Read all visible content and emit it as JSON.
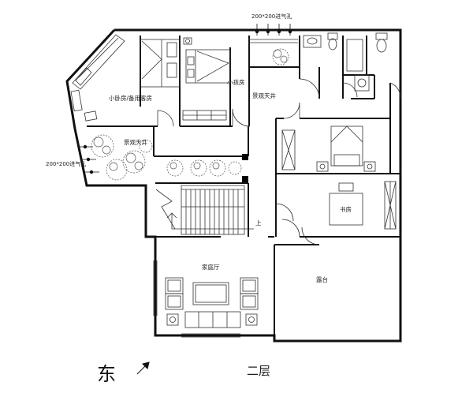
{
  "labels": {
    "vent_top": "200*200进气孔",
    "vent_left": "200*200进气孔",
    "small_bedroom": "小卧房/备用客房",
    "kids_room": "小孩房",
    "lightwell_top": "景观天井",
    "lightwell_left": "景观天井",
    "study": "书房",
    "family_hall": "家庭厅",
    "terrace": "露台",
    "stair_up": "上",
    "direction": "东",
    "floor": "二层"
  },
  "colors": {
    "line": "#111111",
    "thin": "#333333",
    "plant": "#555555",
    "column": "#000000"
  }
}
